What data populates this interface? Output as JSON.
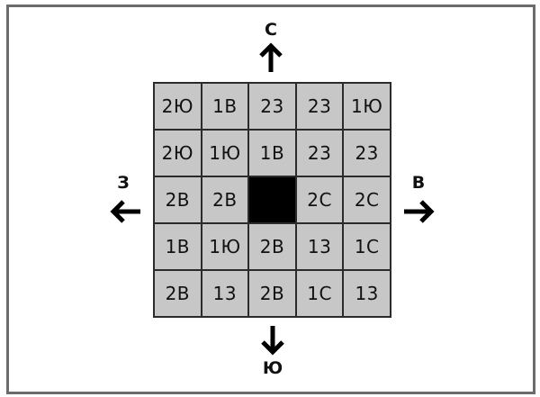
{
  "directions": {
    "north": "С",
    "south": "Ю",
    "west": "З",
    "east": "В"
  },
  "grid": {
    "rows": [
      [
        "2Ю",
        "1В",
        "23",
        "23",
        "1Ю"
      ],
      [
        "2Ю",
        "1Ю",
        "1В",
        "23",
        "23"
      ],
      [
        "2В",
        "2В",
        "",
        "2С",
        "2С"
      ],
      [
        "1В",
        "1Ю",
        "2В",
        "13",
        "1С"
      ],
      [
        "2В",
        "13",
        "2В",
        "1С",
        "13"
      ]
    ],
    "black_cell": {
      "row": 2,
      "col": 2
    }
  },
  "colors": {
    "cell": "#c7c7c7",
    "black": "#000000",
    "border": "#6b6b6b"
  }
}
